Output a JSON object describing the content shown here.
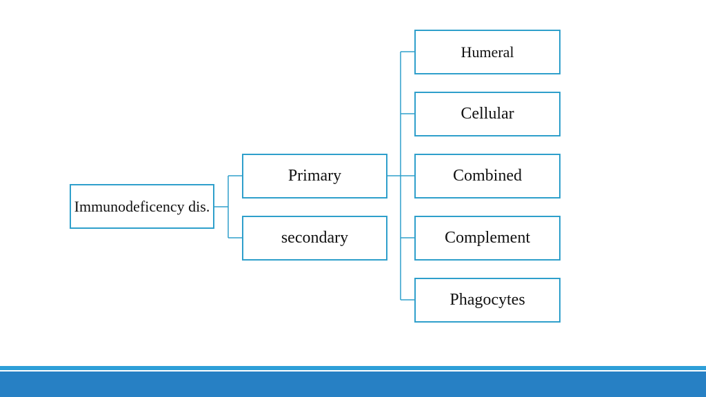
{
  "diagram": {
    "root": {
      "label": "Immunodeficency dis."
    },
    "categories": [
      {
        "label": "Primary"
      },
      {
        "label": "secondary"
      }
    ],
    "primary_types": [
      {
        "label": "Humeral"
      },
      {
        "label": "Cellular"
      },
      {
        "label": "Combined"
      },
      {
        "label": "Complement"
      },
      {
        "label": "Phagocytes"
      }
    ]
  },
  "colors": {
    "box_border": "#2E9FCB",
    "connector": "#2E9FCB",
    "footer_band": "#2780C4",
    "footer_line": "#2E9FD8"
  }
}
